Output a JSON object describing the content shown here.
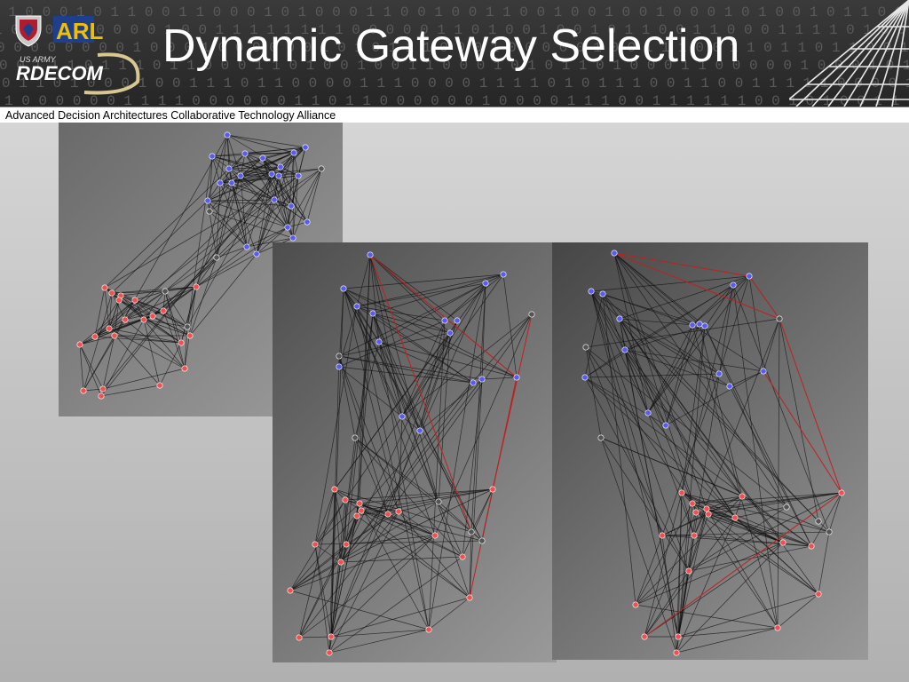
{
  "header": {
    "title": "Dynamic Gateway Selection",
    "logo_army_text": "US ARMY",
    "logo_rdecom_text": "RDECOM",
    "logo_arl_text": "ARL"
  },
  "subtitle": "Advanced Decision Architectures Collaborative Technology Alliance",
  "colors": {
    "blue_node": "#5a5cf0",
    "red_node": "#f05050",
    "gateway_node": "#555555",
    "edge": "#111111",
    "red_edge": "#c02020"
  },
  "panels": [
    {
      "name": "network-panel-initial"
    },
    {
      "name": "network-panel-middle"
    },
    {
      "name": "network-panel-right"
    }
  ]
}
